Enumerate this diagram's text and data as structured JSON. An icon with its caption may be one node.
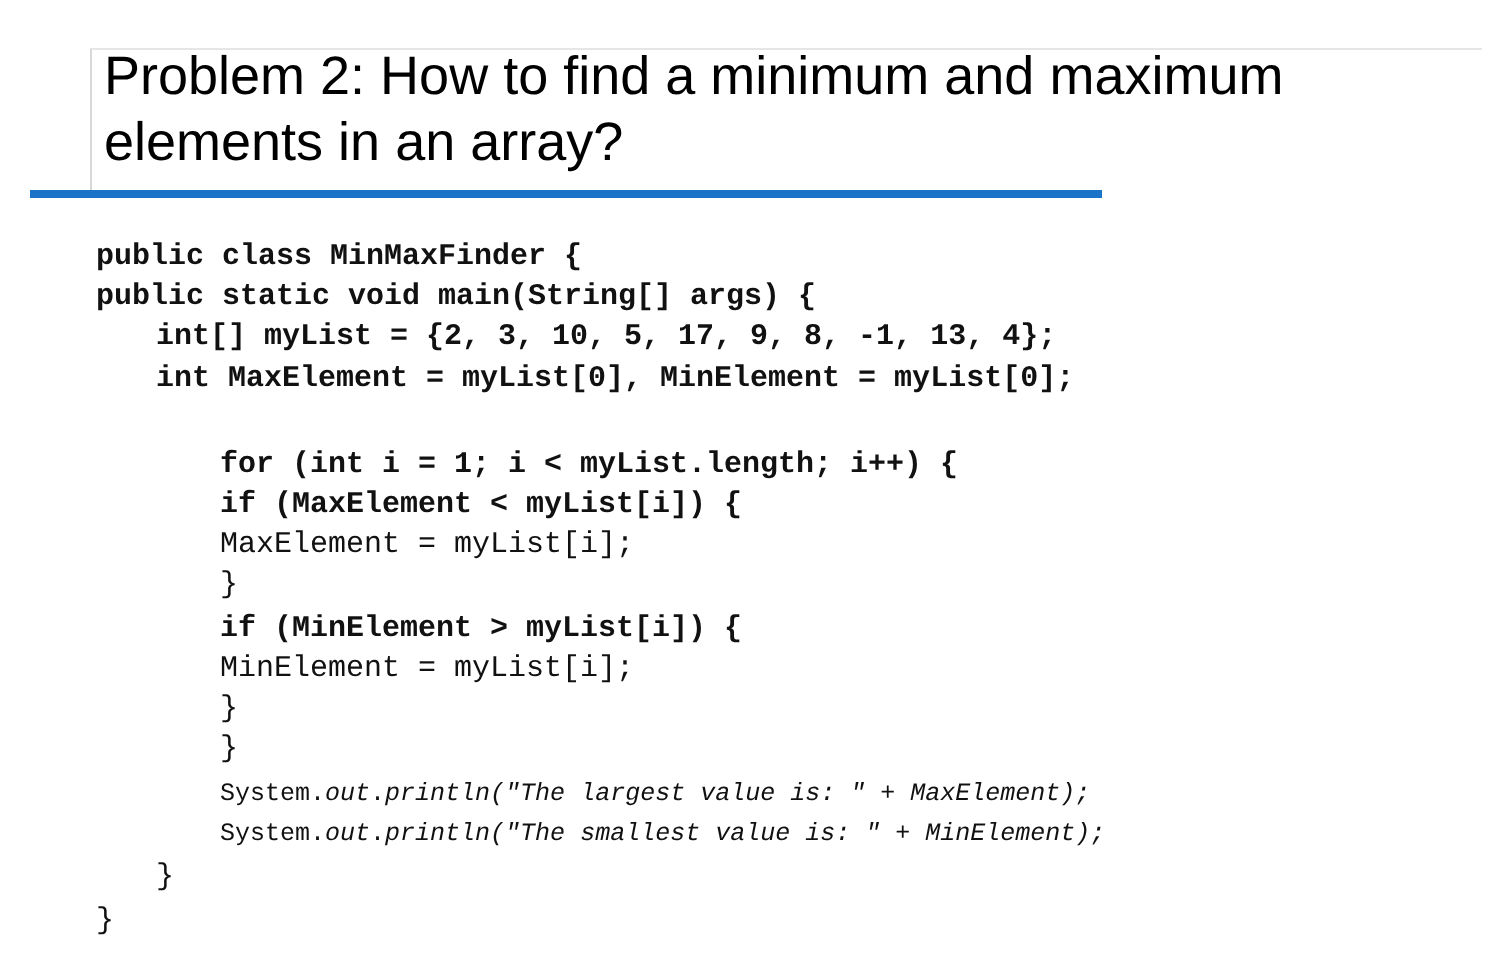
{
  "diagram": {
    "title": "Problem 2: How to find a minimum and maximum elements in an array?",
    "labels": [
      "public class MinMaxFinder {",
      "public static void main(String[] args) {",
      "int[] myList = {2, 3, 10, 5, 17, 9, 8, -1, 13, 4};",
      "int MaxElement = myList[0], MinElement = myList[0];",
      "for (int i = 1; i < myList.length; i++) {",
      "if (MaxElement < myList[i]) {",
      "MaxElement = myList[i];",
      "}",
      "if (MinElement > myList[i]) {",
      "MinElement = myList[i];",
      "}",
      "}",
      "System.*out*.*println(\"The largest value is: \" + MaxElement);*",
      "System.*out*.*println(\"The smallest value is: \" + MinElement);*",
      "}",
      "}"
    ]
  }
}
